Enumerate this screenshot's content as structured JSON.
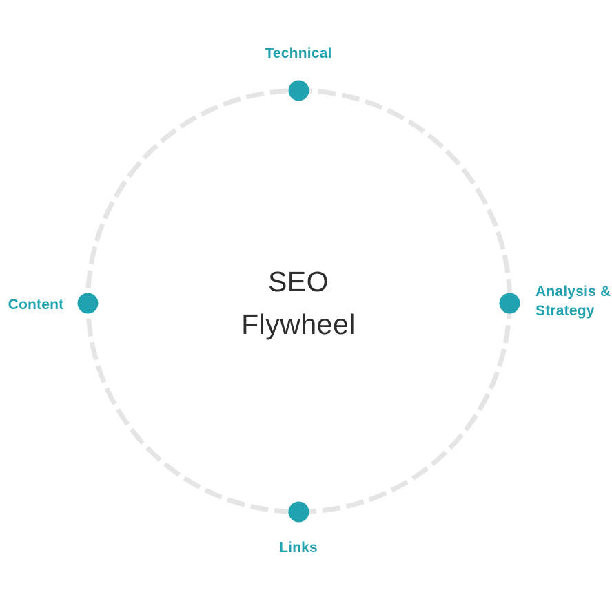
{
  "diagram": {
    "title": {
      "line1": "SEO",
      "line2": "Flywheel"
    },
    "nodes": [
      {
        "id": "technical",
        "label": "Technical",
        "position": "top"
      },
      {
        "id": "analysis-strategy",
        "label": "Analysis & Strategy",
        "position": "right"
      },
      {
        "id": "links",
        "label": "Links",
        "position": "bottom"
      },
      {
        "id": "content",
        "label": "Content",
        "position": "left"
      }
    ],
    "colors": {
      "accent_teal": "#21A2AF",
      "ring_gray": "#E5E5E5",
      "title_dark": "#2D2D2D"
    }
  }
}
